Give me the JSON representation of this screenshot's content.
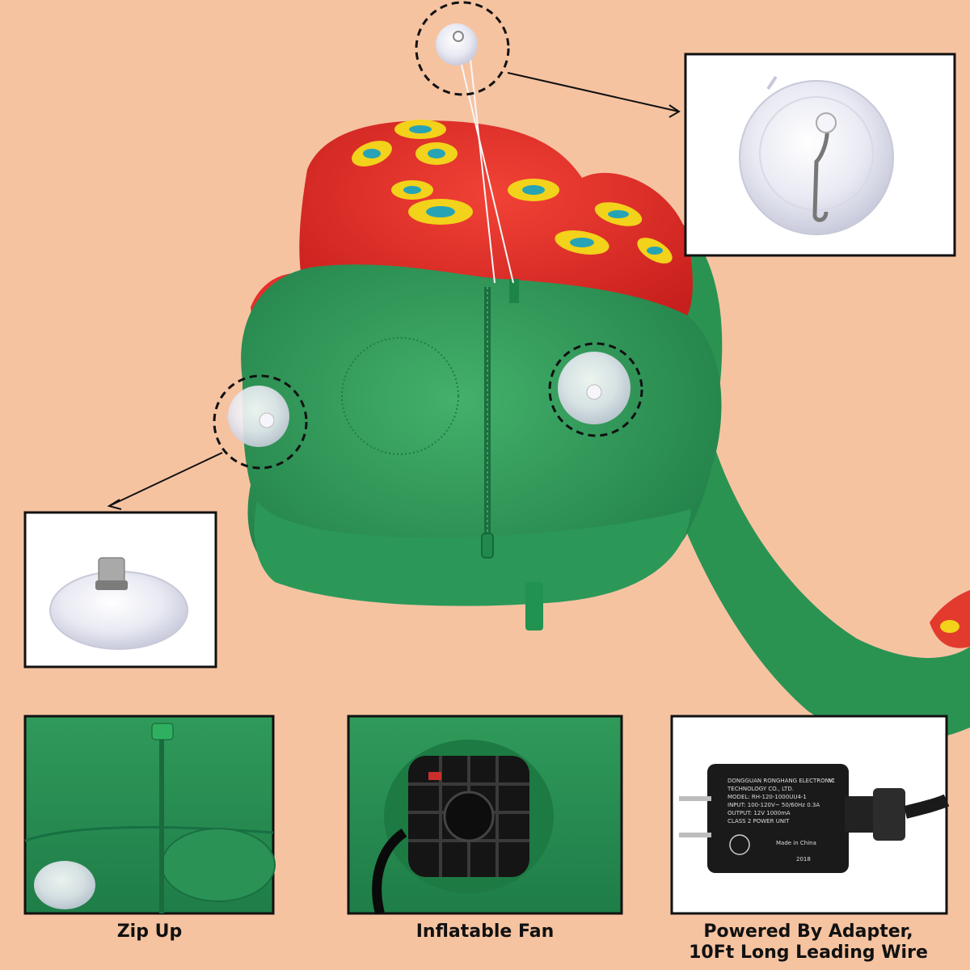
{
  "captions": {
    "zip": "Zip Up",
    "fan": "Inflatable Fan",
    "adapter_line1": "Powered By Adapter,",
    "adapter_line2": "10Ft Long Leading Wire"
  },
  "adapter_label": {
    "line1": "DONGGUAN RONGHANG ELECTRONIC",
    "line2": "TECHNOLOGY CO., LTD.",
    "line3": "MODEL: RH-120-1000UU4-1",
    "line4": "INPUT: 100-120V~ 50/60Hz 0.3A",
    "line5": "OUTPUT: 12V 1000mA",
    "line6": "CLASS 2 POWER UNIT",
    "line7": "Made in China",
    "badge": "VI",
    "year": "2018"
  },
  "colors": {
    "background": "#f6c3a1",
    "body_green": "#2e9a5b",
    "body_red": "#e52f2a",
    "spot_yellow": "#f2d21a",
    "spot_teal": "#27a3b6"
  }
}
